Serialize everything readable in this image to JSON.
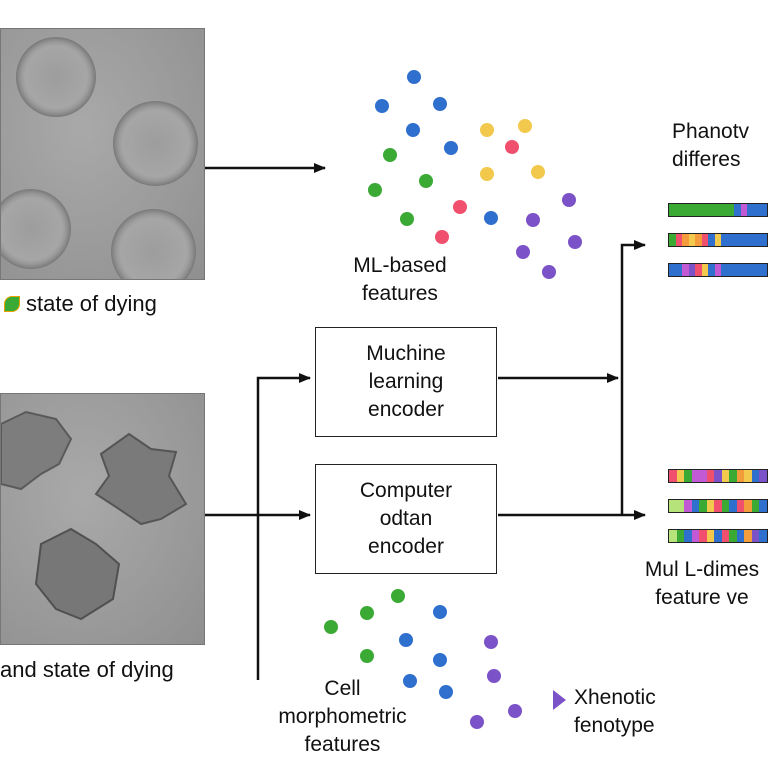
{
  "labels": {
    "top_state": "state of dying",
    "bottom_state": "and state of dying",
    "ml_features": "ML-based\nfeatures",
    "phenotypic_diff": "Phanotv\ndifferes",
    "multi_dim": "Mul L-dimes\nfeature ve",
    "cell_morph": "Cell\nmorphometric\nfeatures",
    "phenotic": "Xhenotic\nfenotype"
  },
  "boxes": {
    "ml_encoder": "Muchine\nlearning\nencoder",
    "cv_encoder": "Computer\nodtan\nencoder"
  },
  "colors": {
    "blue": "#2f6fce",
    "green": "#3aaa35",
    "red": "#f0506e",
    "yellow": "#f2c94c",
    "orange": "#f39c3c",
    "purple": "#7b52c8",
    "magenta": "#c25ad6",
    "lightgreen": "#b6e37a"
  },
  "top_vectors": [
    [
      "green",
      "green",
      "green",
      "green",
      "green",
      "green",
      "green",
      "green",
      "green",
      "green",
      "blue",
      "magenta",
      "blue",
      "blue",
      "blue"
    ],
    [
      "green",
      "red",
      "orange",
      "yellow",
      "orange",
      "red",
      "blue",
      "yellow",
      "blue",
      "blue",
      "blue",
      "blue",
      "blue",
      "blue",
      "blue"
    ],
    [
      "blue",
      "blue",
      "magenta",
      "purple",
      "red",
      "yellow",
      "blue",
      "magenta",
      "blue",
      "blue",
      "blue",
      "blue",
      "blue",
      "blue",
      "blue"
    ]
  ],
  "bottom_vectors": [
    [
      "red",
      "yellow",
      "green",
      "magenta",
      "magenta",
      "red",
      "purple",
      "yellow",
      "green",
      "orange",
      "yellow",
      "blue",
      "purple"
    ],
    [
      "lightgreen",
      "lightgreen",
      "magenta",
      "blue",
      "green",
      "yellow",
      "red",
      "green",
      "blue",
      "red",
      "orange",
      "green",
      "blue"
    ],
    [
      "lightgreen",
      "green",
      "blue",
      "magenta",
      "red",
      "yellow",
      "blue",
      "red",
      "green",
      "blue",
      "orange",
      "purple",
      "blue"
    ]
  ]
}
